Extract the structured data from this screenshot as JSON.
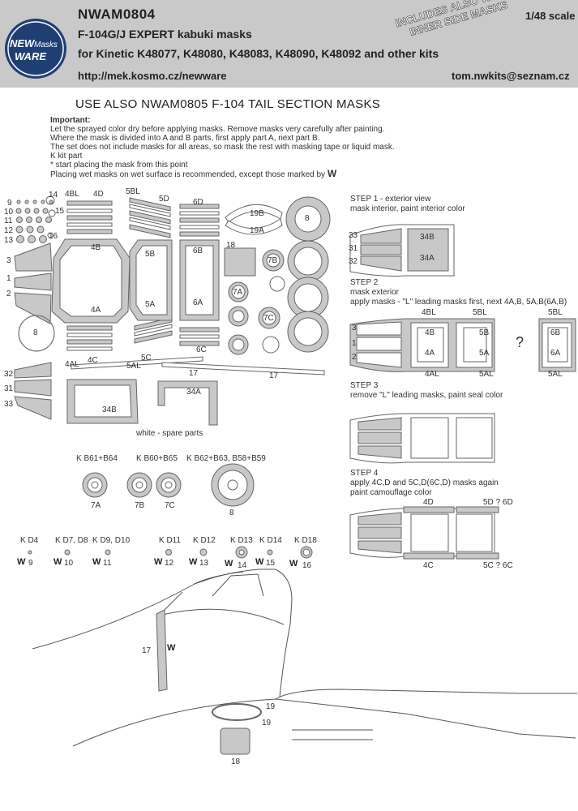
{
  "header": {
    "code": "NWAM0804",
    "scale": "1/48 scale",
    "title": "F-104G/J EXPERT kabuki masks",
    "kits": "for Kinetic K48077, K48080, K48083, K48090, K48092 and other kits",
    "url": "http://mek.kosmo.cz/newware",
    "email": "tom.nwkits@seznam.cz",
    "stamp_line1": "INCLUDES ALSO WINDOWS",
    "stamp_line2": "INNER SIDE MASKS",
    "logo_text1": "NEW",
    "logo_text2": "Masks",
    "logo_text3": "WARE"
  },
  "banner": "USE ALSO NWAM0805 F-104 TAIL SECTION MASKS",
  "notes": {
    "heading": "Important:",
    "lines": [
      "Let the sprayed color dry before applying masks. Remove masks very carefully after painting.",
      "Where the mask is divided into A and B parts, first apply part A, next part B.",
      "The set does not include masks for all areas, so mask the rest with masking tape or liquid mask.",
      "K kit part",
      "*  start placing the mask from this point"
    ],
    "wet_line": "Placing wet masks on wet surface is recommended, except those marked by",
    "wet_mark": "W"
  },
  "sheet_labels": {
    "n9": "9",
    "n10": "10",
    "n11": "11",
    "n12": "12",
    "n13": "13",
    "n14": "14",
    "n15": "15",
    "n16": "16",
    "n3": "3",
    "n1": "1",
    "n2": "2",
    "n8": "8",
    "n32": "32",
    "n31": "31",
    "n33": "33",
    "n4BL": "4BL",
    "n4D": "4D",
    "n5BL": "5BL",
    "n5D": "5D",
    "n6D": "6D",
    "n4B": "4B",
    "n5B": "5B",
    "n6B": "6B",
    "n4A": "4A",
    "n5A": "5A",
    "n6A": "6A",
    "n4C": "4C",
    "n5C": "5C",
    "n6C": "6C",
    "n4AL": "4AL",
    "n5AL": "5AL",
    "n17a": "17",
    "n17b": "17",
    "n34B": "34B",
    "n34A": "34A",
    "n19B": "19B",
    "n19A": "19A",
    "n18": "18",
    "n7B": "7B",
    "n7A": "7A",
    "n7C": "7C",
    "n8b": "8",
    "spare": "white - spare parts"
  },
  "wheels": {
    "g1": "K B61+B64",
    "g2": "K B60+B65",
    "g3": "K B62+B63, B58+B59",
    "l7A": "7A",
    "l7B": "7B",
    "l7C": "7C",
    "l8": "8"
  },
  "lights": [
    {
      "kit": "K D4",
      "w": "W",
      "num": "9"
    },
    {
      "kit": "K D7, D8",
      "w": "W",
      "num": "10"
    },
    {
      "kit": "K D9, D10",
      "w": "W",
      "num": "11"
    },
    {
      "kit": "K D11",
      "w": "W",
      "num": "12"
    },
    {
      "kit": "K D12",
      "w": "W",
      "num": "13"
    },
    {
      "kit": "K D13",
      "w": "W",
      "num": "14"
    },
    {
      "kit": "K D14",
      "w": "W",
      "num": "15"
    },
    {
      "kit": "K D18",
      "w": "W",
      "num": "16"
    }
  ],
  "steps": {
    "s1_title": "STEP 1 - exterior view",
    "s1_text": "mask interior, paint interior color",
    "s1_l33": "33",
    "s1_l31": "31",
    "s1_l32": "32",
    "s1_l34B": "34B",
    "s1_l34A": "34A",
    "s2_title": "STEP 2",
    "s2_text1": "mask exterior",
    "s2_text2": "apply masks - \"L\" leading masks first, next 4A,B,  5A,B(6A,B)",
    "s2_4BL": "4BL",
    "s2_5BL": "5BL",
    "s2_5BLb": "5BL",
    "s2_4B": "4B",
    "s2_5B": "5B",
    "s2_6B": "6B",
    "s2_4A": "4A",
    "s2_5A": "5A",
    "s2_6A": "6A",
    "s2_4AL": "4AL",
    "s2_5AL": "5AL",
    "s2_5ALb": "5AL",
    "s2_q": "?",
    "s2_3": "3",
    "s2_1": "1",
    "s2_2": "2",
    "s3_title": "STEP 3",
    "s3_text": "remove \"L\" leading masks, paint seal color",
    "s4_title": "STEP 4",
    "s4_text1": "apply 4C,D and 5C,D(6C,D) masks again",
    "s4_text2": "paint camouflage color",
    "s4_4D": "4D",
    "s4_5D": "5D ? 6D",
    "s4_4C": "4C",
    "s4_5C": "5C ? 6C"
  },
  "fuselage": {
    "l17": "17",
    "lW": "W",
    "l19a": "19",
    "l19b": "19",
    "l18": "18"
  },
  "colors": {
    "header_bg": "#c9c9c9",
    "mask_grey": "#c8c8c8",
    "line": "#555555"
  }
}
